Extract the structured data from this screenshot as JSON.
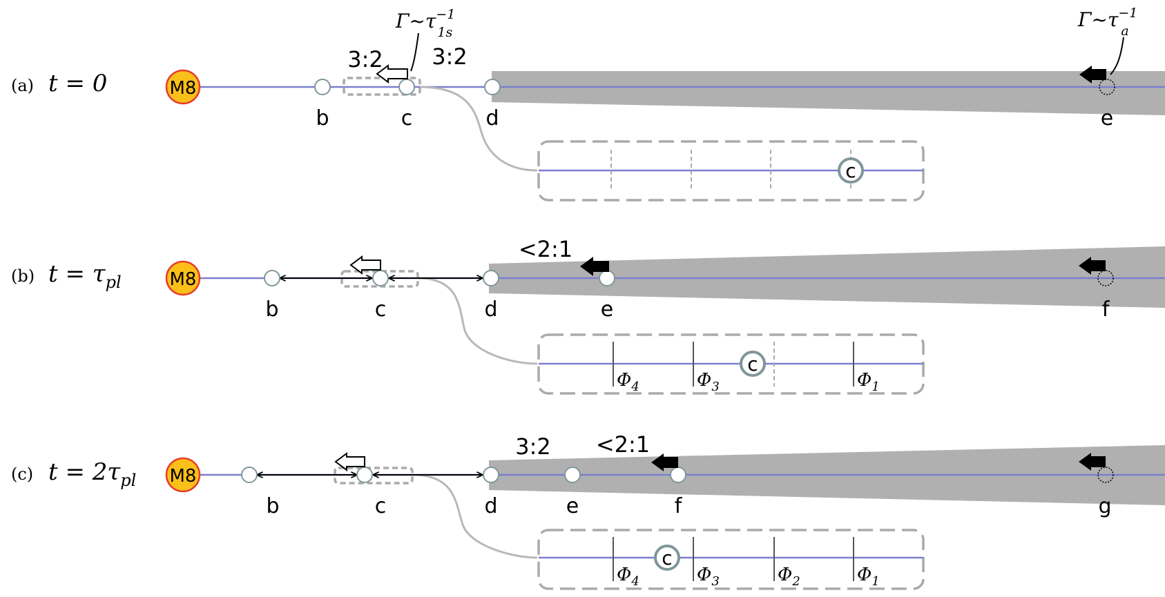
{
  "star_label": "M8",
  "panels": [
    {
      "id": "a",
      "panel_label": "(a)",
      "time_label": "t = 0",
      "resonance_labels": [
        "3:2",
        "3:2"
      ],
      "gamma_labels": [
        {
          "main": "Γ~τ",
          "sup": "−1",
          "sub": "1s"
        },
        {
          "main": "Γ~τ",
          "sup": "−1",
          "sub": "a"
        }
      ],
      "planet_labels": [
        "b",
        "c",
        "d",
        "e"
      ],
      "zoom_planet_label": "c",
      "phase_labels": []
    },
    {
      "id": "b",
      "panel_label": "(b)",
      "time_label": "t = τ",
      "time_sub": "pl",
      "resonance_labels": [
        "<2:1"
      ],
      "planet_labels": [
        "b",
        "c",
        "d",
        "e",
        "f"
      ],
      "zoom_planet_label": "c",
      "phase_labels": [
        {
          "sym": "Φ",
          "sub": "4"
        },
        {
          "sym": "Φ",
          "sub": "3"
        },
        {
          "sym": "Φ",
          "sub": "1"
        }
      ]
    },
    {
      "id": "c",
      "panel_label": "(c)",
      "time_label": "t = 2τ",
      "time_sub": "pl",
      "resonance_labels": [
        "3:2",
        "<2:1"
      ],
      "planet_labels": [
        "b",
        "c",
        "d",
        "e",
        "f",
        "g"
      ],
      "zoom_planet_label": "c",
      "phase_labels": [
        {
          "sym": "Φ",
          "sub": "4"
        },
        {
          "sym": "Φ",
          "sub": "3"
        },
        {
          "sym": "Φ",
          "sub": "2"
        },
        {
          "sym": "Φ",
          "sub": "1"
        }
      ]
    }
  ],
  "colors": {
    "orbit_line": "#7b7fcf",
    "disk": "#b0b0b0",
    "star_fill": "#fbbf1a",
    "star_stroke": "#e53b2b",
    "planet_stroke": "#7f969a",
    "dashed_box": "#aaaaaa",
    "connector": "#b8b8b8"
  }
}
